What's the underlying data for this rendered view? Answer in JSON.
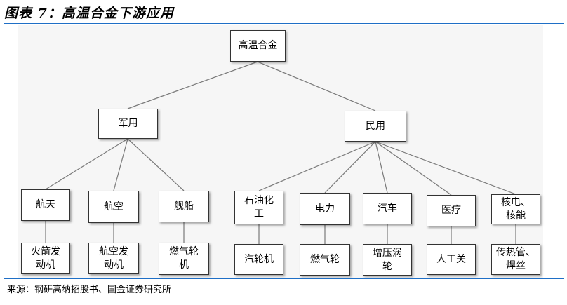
{
  "title": "图表 7：高温合金下游应用",
  "source": "来源：钢研高纳招股书、国金证券研究所",
  "nodes": {
    "root": "高温合金",
    "military": "军用",
    "civil": "民用",
    "aerospace": "航天",
    "aviation": "航空",
    "ship": "舰船",
    "petro_line1": "石油化",
    "petro_line2": "工",
    "power": "电力",
    "auto": "汽车",
    "medical": "医疗",
    "nuclear_line1": "核电、",
    "nuclear_line2": "核能",
    "rocket_line1": "火箭发",
    "rocket_line2": "动机",
    "aeroengine_line1": "航空发",
    "aeroengine_line2": "动机",
    "gasturbine_ship_line1": "燃气轮",
    "gasturbine_ship_line2": "机",
    "steam_turbine": "汽轮机",
    "gas_turbine": "燃气轮",
    "turbo_line1": "增压涡",
    "turbo_line2": "轮",
    "artificial_joint": "人工关",
    "heatpipe_line1": "传热管、",
    "heatpipe_line2": "焊丝"
  }
}
